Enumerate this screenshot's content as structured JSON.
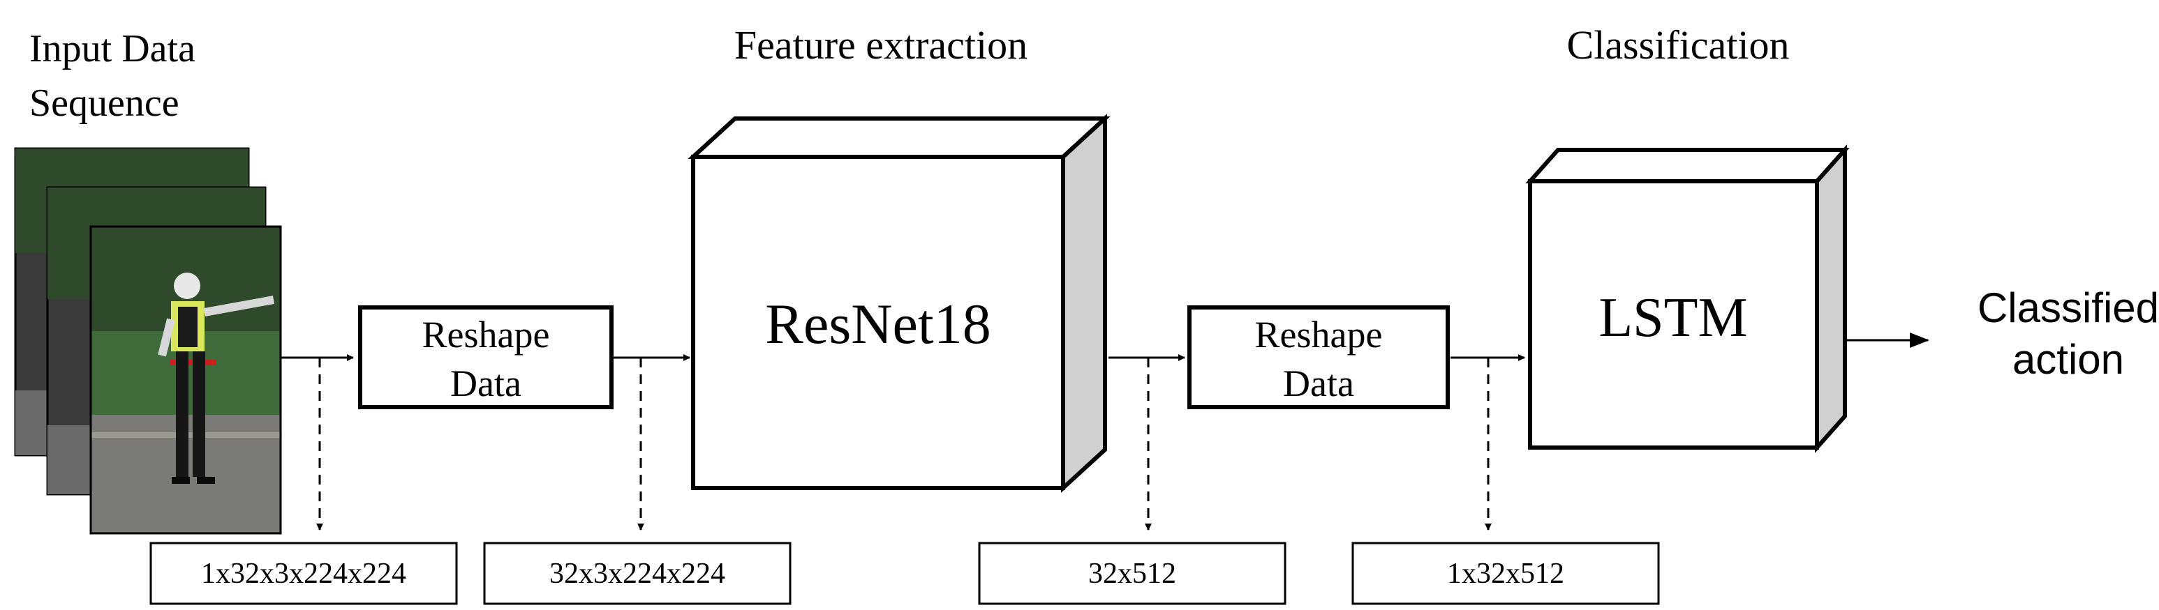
{
  "headers": {
    "input": [
      "Input Data",
      "Sequence"
    ],
    "feature": "Feature extraction",
    "classification": "Classification"
  },
  "blocks": {
    "reshape1": [
      "Reshape",
      "Data"
    ],
    "resnet": "ResNet18",
    "reshape2": [
      "Reshape",
      "Data"
    ],
    "lstm": "LSTM"
  },
  "output": [
    "Classified",
    "action"
  ],
  "shapes": {
    "s1": "1x32x3x224x224",
    "s2": "32x3x224x224",
    "s3": "32x512",
    "s4": "1x32x512"
  },
  "colors": {
    "line": "#000000",
    "cube_side": "#d0d0d0",
    "frame_back": "#3a3a3a",
    "foliage": "#2f4a2a",
    "road": "#6a6a6a",
    "vest": "#d8e85a"
  }
}
